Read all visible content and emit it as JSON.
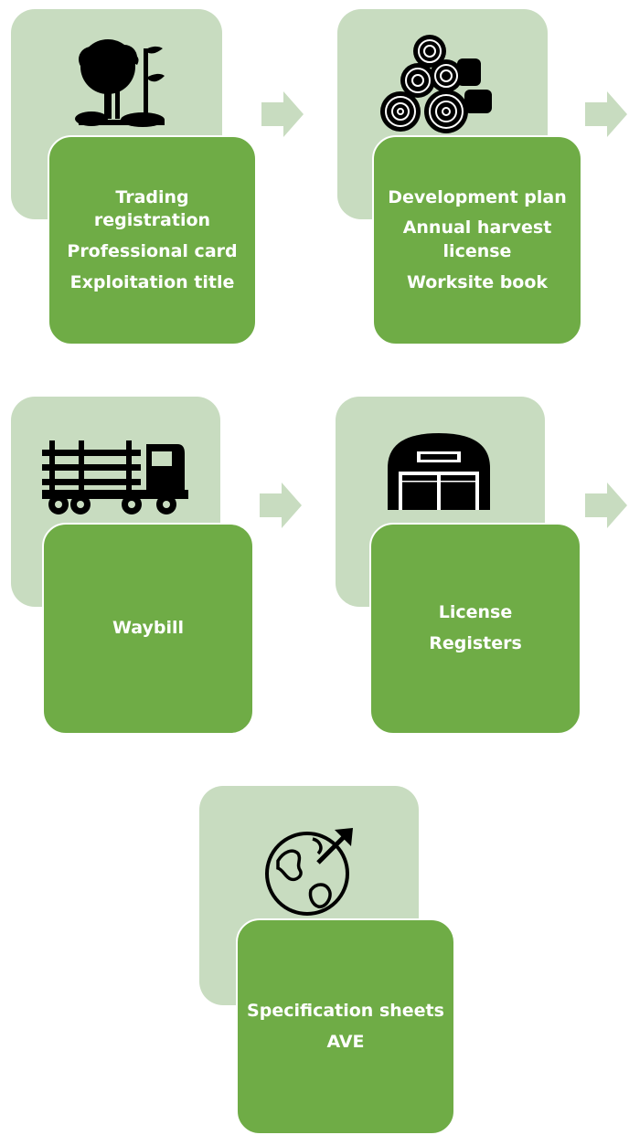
{
  "steps": [
    {
      "icon": "forest-icon",
      "lines": [
        "Trading registration",
        "Professional card",
        "Exploitation title"
      ]
    },
    {
      "icon": "timber-logs-icon",
      "lines": [
        "Development plan",
        "Annual harvest license",
        "Worksite book"
      ]
    },
    {
      "icon": "logging-truck-icon",
      "lines": [
        "Waybill"
      ]
    },
    {
      "icon": "warehouse-icon",
      "lines": [
        "License",
        "Registers"
      ]
    },
    {
      "icon": "globe-export-icon",
      "lines": [
        "Specification sheets",
        "AVE"
      ]
    }
  ],
  "colors": {
    "back_card": "#c8dcc0",
    "front_card": "#6fac46",
    "arrow": "#c8dcc0",
    "text": "#ffffff",
    "icon": "#000000"
  }
}
